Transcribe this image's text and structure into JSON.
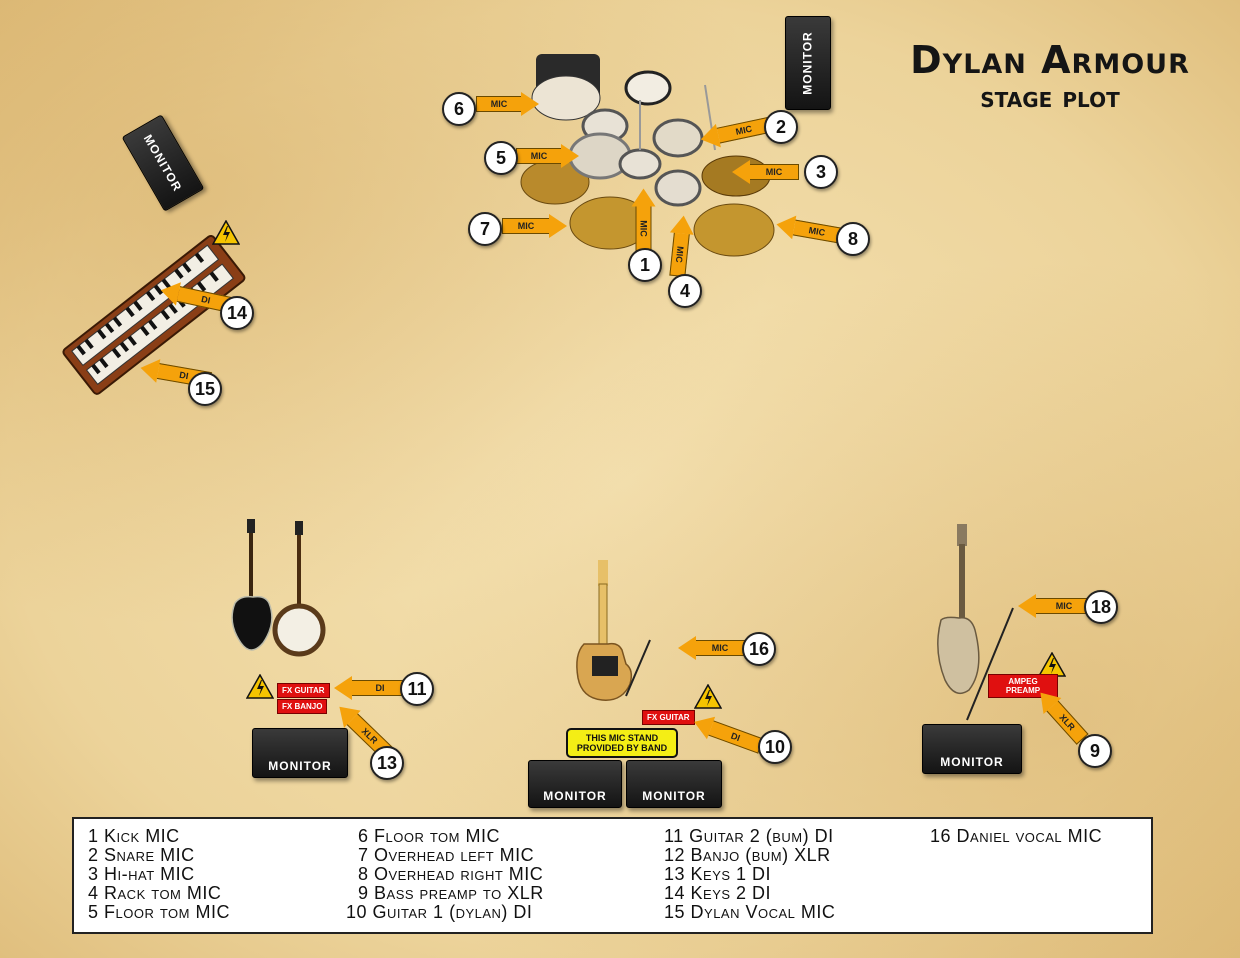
{
  "title": {
    "line1": "Dylan Armour",
    "line2": "stage plot"
  },
  "monitor_label": "MONITOR",
  "arrow_labels": {
    "mic": "MIC",
    "di": "DI",
    "xlr": "XLR"
  },
  "tags": {
    "fx_guitar": "FX GUITAR",
    "fx_banjo": "FX BANJO",
    "ampeg_preamp": "AMPEG PREAMP",
    "mic_stand": "THIS MIC STAND PROVIDED BY BAND"
  },
  "numbers": [
    "1",
    "2",
    "3",
    "4",
    "5",
    "6",
    "7",
    "8",
    "9",
    "10",
    "11",
    "13",
    "14",
    "15",
    "16",
    "18"
  ],
  "legend": {
    "col1": [
      "1 Kick MIC",
      "2 Snare MIC",
      "3 Hi-hat MIC",
      "4 Rack tom MIC",
      "5 Floor tom MIC"
    ],
    "col2": [
      "6 Floor tom MIC",
      "7 Overhead left MIC",
      "8 Overhead right MIC",
      "9 Bass preamp to XLR",
      "10 Guitar 1 (dylan) DI"
    ],
    "col3": [
      "11 Guitar 2 (bum) DI",
      "12 Banjo (bum) XLR",
      "13 Keys 1 DI",
      "14 Keys 2 DI",
      "15 Dylan Vocal MIC"
    ],
    "col4": [
      "16 Daniel vocal MIC"
    ]
  },
  "colors": {
    "arrow": "#f5a20b",
    "tag_red": "#e01010",
    "tag_yellow": "#f4ee15",
    "warning": "#f5c400"
  }
}
